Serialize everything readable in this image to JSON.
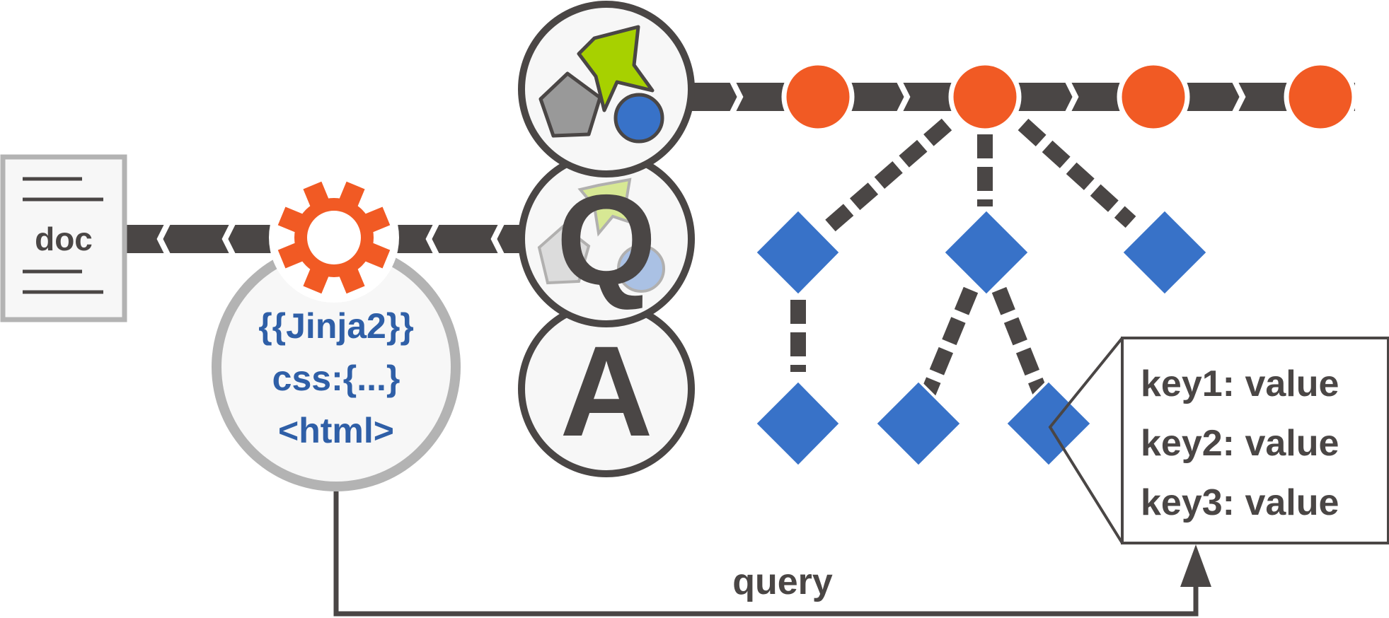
{
  "document": {
    "label": "doc"
  },
  "template": {
    "line1": "{{Jinja2}}",
    "line2": "css:{...}",
    "line3": "<html>"
  },
  "qa": {
    "question": "Q",
    "answer": "A"
  },
  "record": {
    "rows": [
      "key1: value",
      "key2: value",
      "key3: value"
    ]
  },
  "query_label": "query",
  "colors": {
    "dark": "#4a4645",
    "orange": "#f15a24",
    "blue": "#3872c8",
    "gray": "#b3b3b3",
    "green": "#a7d100",
    "text_blue": "#2f5fa7",
    "light_fill": "#f7f7f7"
  },
  "icons": [
    "document-icon",
    "gear-icon",
    "star-icon",
    "pentagon-icon",
    "circle-icon"
  ]
}
